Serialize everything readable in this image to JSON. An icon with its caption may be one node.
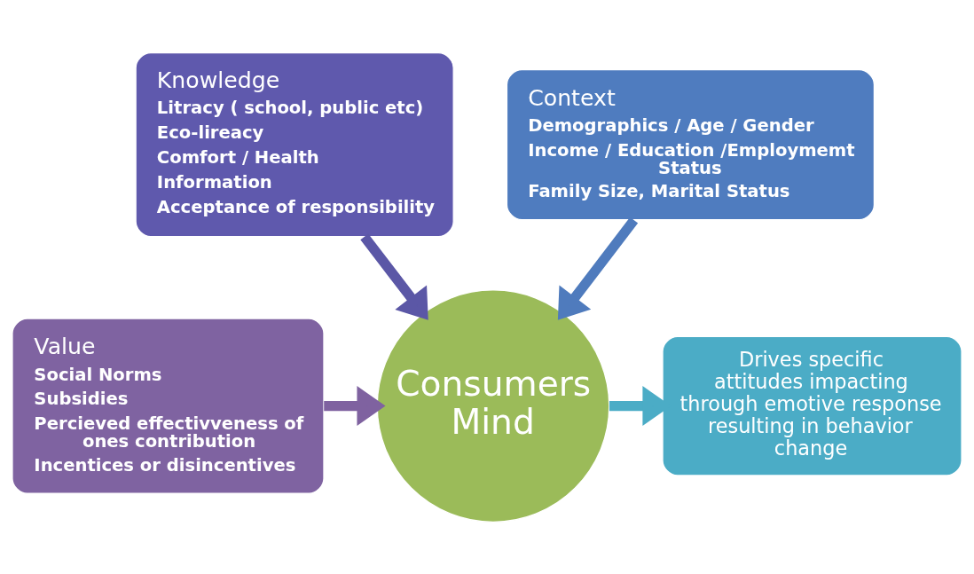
{
  "diagram": {
    "nodes": [
      {
        "text": [
          "Knowledge",
          "Litracy ( school, public etc)",
          "Eco-lireacy",
          "Comfort / Health",
          "Information",
          "Acceptance of responsibility"
        ]
      },
      {
        "text": [
          "Context",
          "Demographics / Age / Gender",
          "Income / Education /Employmemt  Status",
          "Family Size, Marital Status"
        ]
      },
      {
        "text": [
          "Value",
          "Social Norms",
          "Subsidies",
          "Percieved effectivveness of ones contribution",
          "Incentices or disincentives"
        ]
      },
      {
        "text": [
          "Consumers Mind"
        ]
      },
      {
        "text": [
          "Drives specific attitudes impacting through emotive response resulting in behavior change"
        ]
      }
    ],
    "edges": [
      {
        "from": 0,
        "to": 3,
        "arrow": "to",
        "color": "#5b57a6"
      },
      {
        "from": 1,
        "to": 3,
        "arrow": "to",
        "color": "#4f7bbd"
      },
      {
        "from": 2,
        "to": 3,
        "arrow": "to",
        "color": "#7f62a0"
      },
      {
        "from": 3,
        "to": 4,
        "arrow": "to",
        "color": "#4bacc6"
      }
    ]
  }
}
